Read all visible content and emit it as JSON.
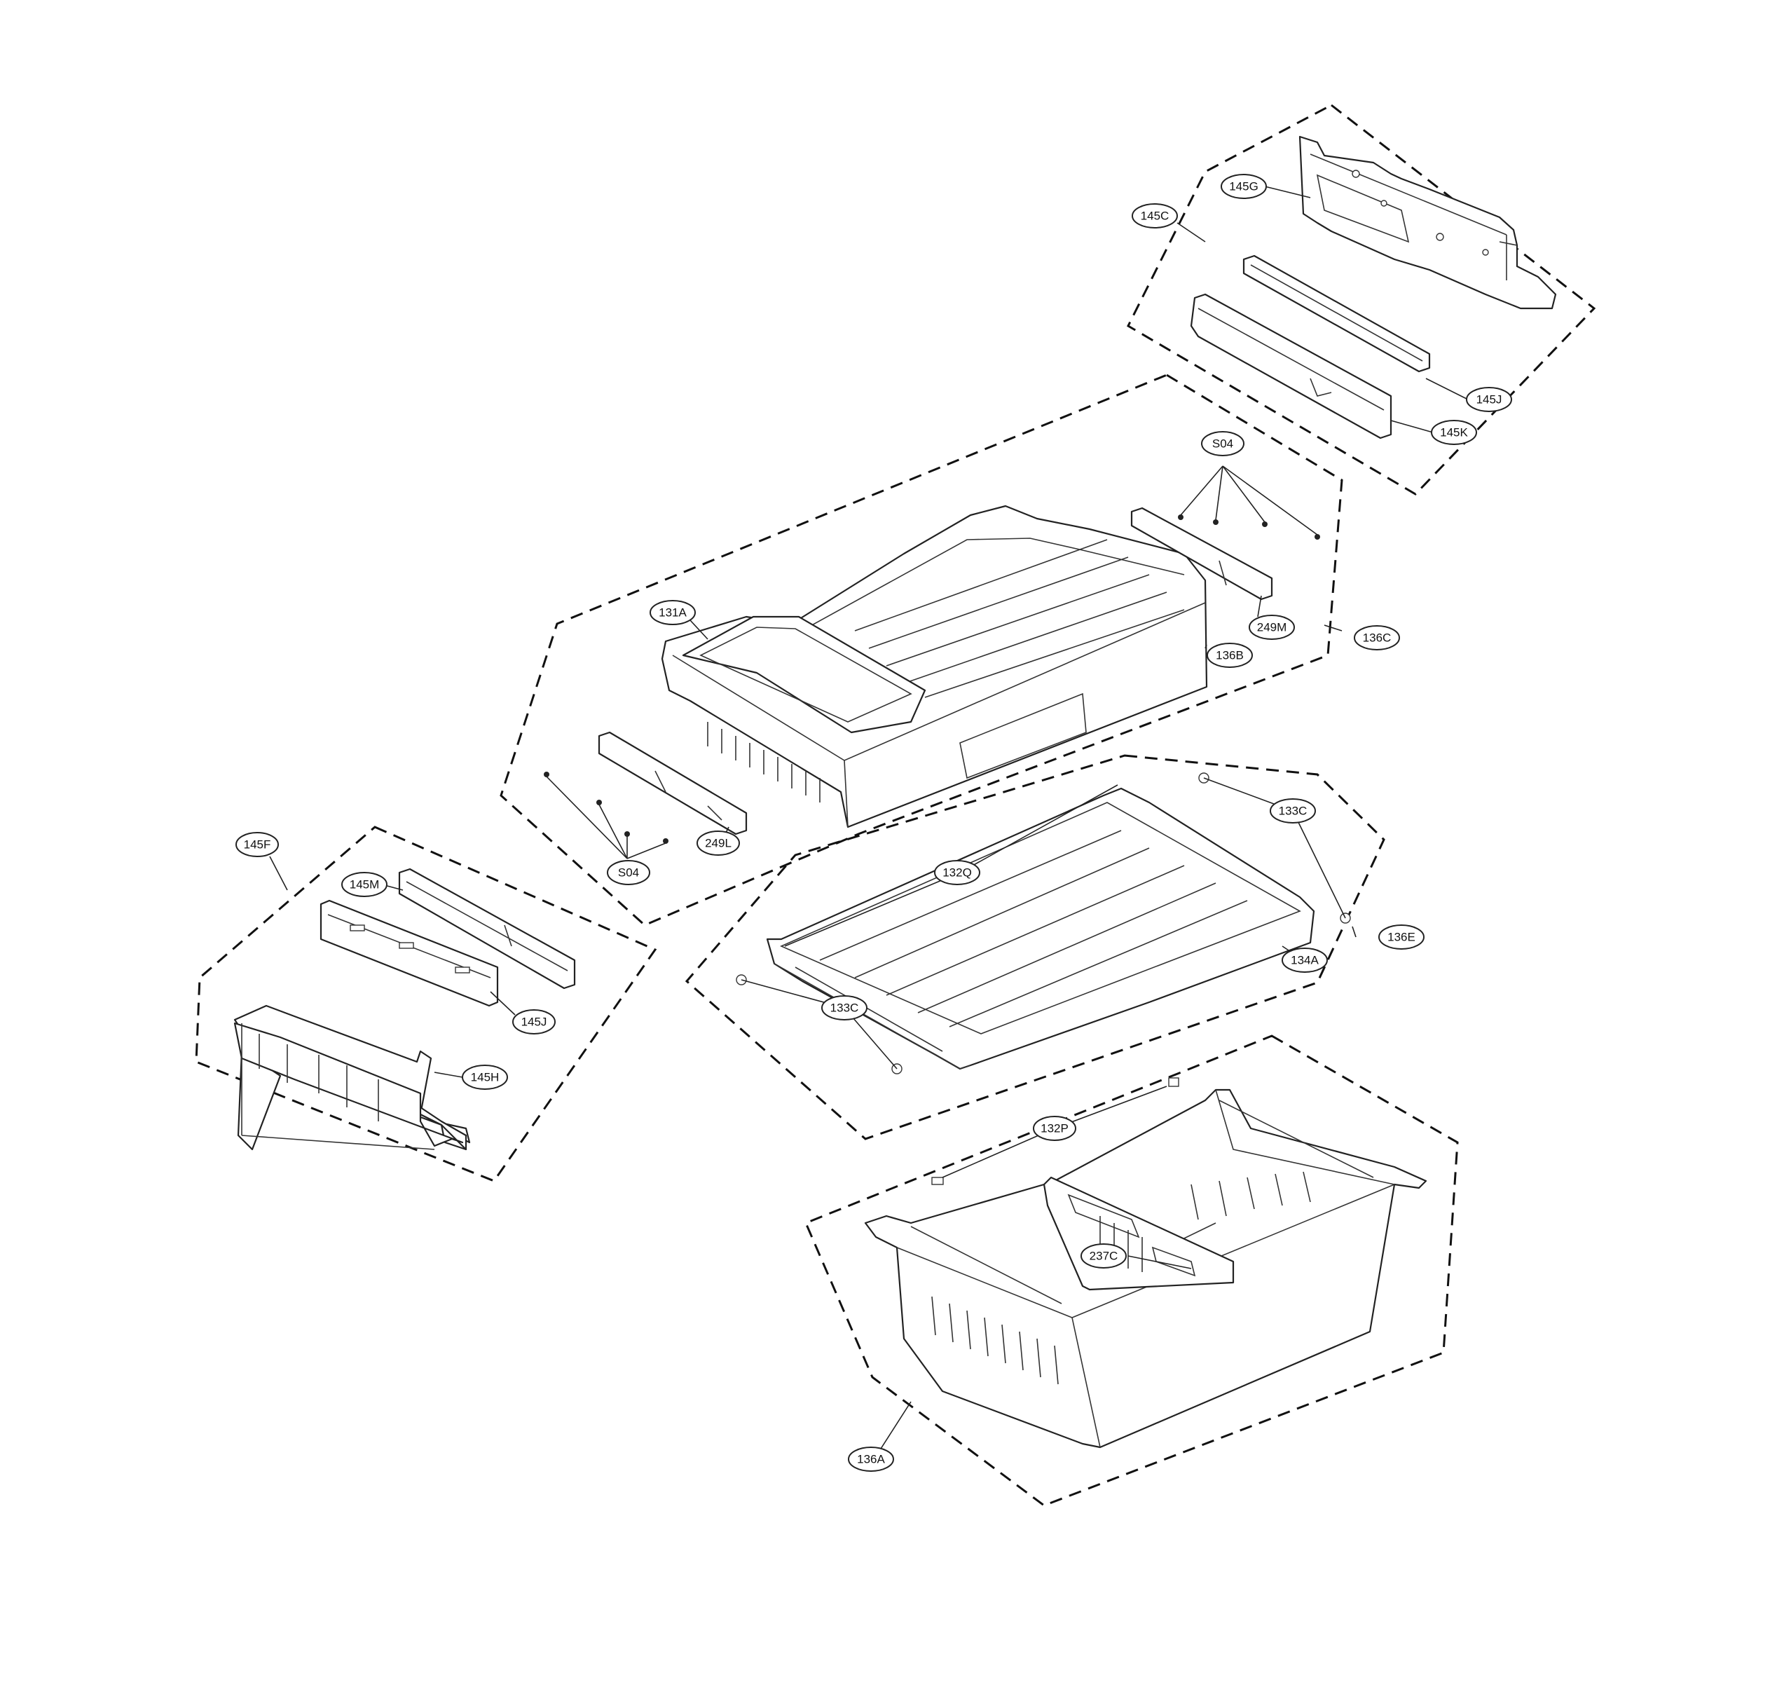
{
  "diagram": {
    "callouts": {
      "c145C": "145C",
      "c145G": "145G",
      "c145J_top": "145J",
      "c145K": "145K",
      "cS04_top": "S04",
      "c131A": "131A",
      "c249M": "249M",
      "c136C": "136C",
      "c136B": "136B",
      "c249L": "249L",
      "cS04_bottom": "S04",
      "c145F": "145F",
      "c145M": "145M",
      "c145J_left": "145J",
      "c145H": "145H",
      "c133C_top": "133C",
      "c132Q": "132Q",
      "c136E": "136E",
      "c134A": "134A",
      "c133C_bottom": "133C",
      "c132P": "132P",
      "c237C": "237C",
      "c136A": "136A"
    }
  }
}
